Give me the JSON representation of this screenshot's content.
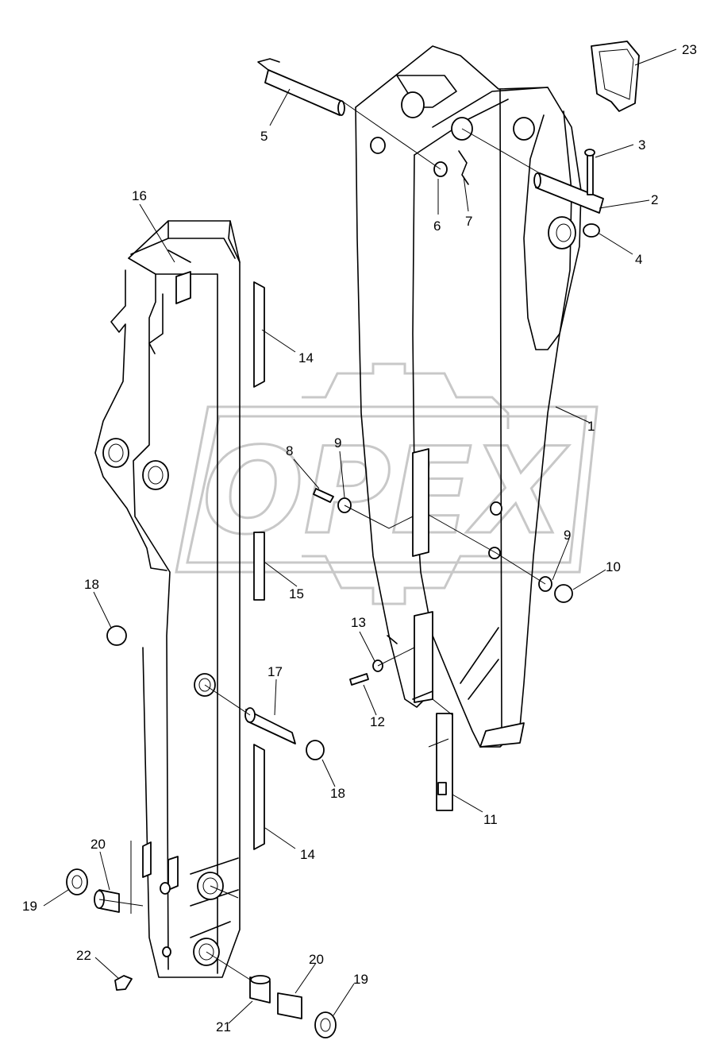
{
  "watermark": {
    "text": "OPEX",
    "color": "#c8c8c8"
  },
  "callouts": [
    "23",
    "5",
    "3",
    "2",
    "6",
    "7",
    "4",
    "16",
    "14",
    "1",
    "8",
    "9",
    "9",
    "10",
    "18",
    "15",
    "13",
    "17",
    "12",
    "11",
    "18",
    "14",
    "20",
    "19",
    "22",
    "20",
    "19",
    "21"
  ]
}
